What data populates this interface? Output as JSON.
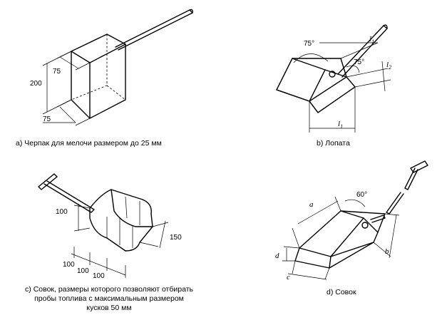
{
  "figures": {
    "a": {
      "caption": "а)  Черпак для мелочи размером до 25 мм",
      "dims": [
        "75",
        "200",
        "75"
      ]
    },
    "b": {
      "caption": "b)  Лопата",
      "dims": [
        "75°",
        "75°"
      ],
      "dim_l1_top": {
        "base": "l",
        "sub": "1"
      },
      "dim_l2": {
        "base": "l",
        "sub": "2"
      },
      "dim_l1_bottom": {
        "base": "l",
        "sub": "1"
      }
    },
    "c": {
      "caption_line1": "c)  Совок, размеры которого позволяют отбирать",
      "caption_line2": "пробы топлива с максимальным размером",
      "caption_line3": "кусков 50 мм",
      "dims": [
        "100",
        "150",
        "100",
        "100",
        "100"
      ]
    },
    "d": {
      "caption": "d)  Совок",
      "dims": [
        "60°",
        "a",
        "b",
        "d",
        "c"
      ]
    }
  }
}
